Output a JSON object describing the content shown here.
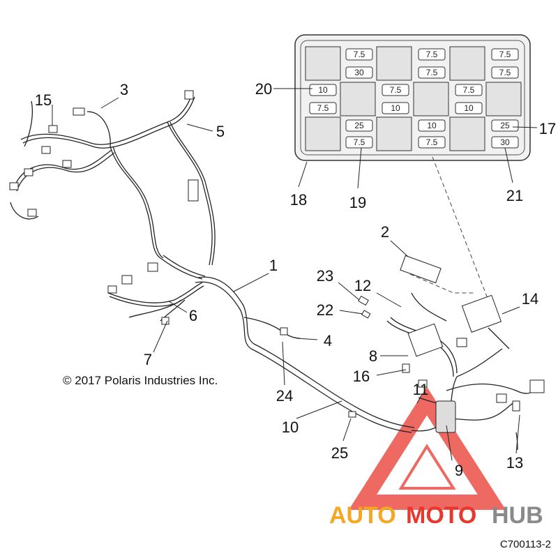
{
  "diagram": {
    "copyright": "© 2017 Polaris Industries Inc.",
    "figure_code": "C700113-2",
    "watermark": {
      "part1": "AUTO",
      "part2": "MOTO",
      "part3": "HUB",
      "color_orange": "#f5a623",
      "color_red": "#e8382e",
      "color_gray": "#8a8a8a"
    },
    "callouts": [
      "1",
      "2",
      "3",
      "4",
      "5",
      "6",
      "7",
      "8",
      "9",
      "10",
      "11",
      "12",
      "13",
      "14",
      "15",
      "16",
      "17",
      "18",
      "19",
      "20",
      "21",
      "22",
      "23",
      "24",
      "25"
    ],
    "fuse_box": {
      "col1": [
        "7.5",
        "30",
        "10",
        "7.5",
        "25",
        "7.5"
      ],
      "col2": [
        "7.5",
        "7.5",
        "7.5",
        "10",
        "10",
        "7.5"
      ],
      "col3": [
        "7.5",
        "7.5",
        "7.5",
        "10",
        "25",
        "30"
      ]
    }
  }
}
